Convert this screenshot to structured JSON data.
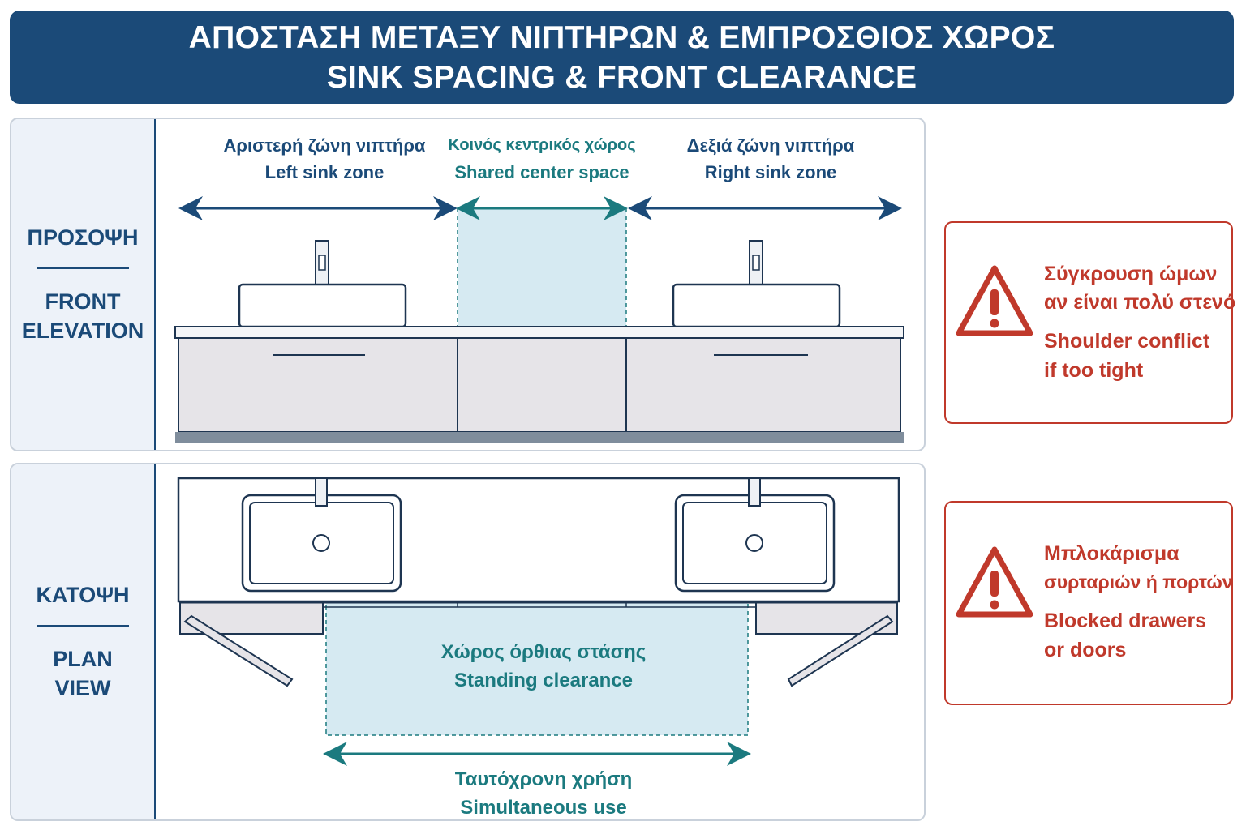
{
  "header": {
    "title_gr": "ΑΠΟΣΤΑΣΗ ΜΕΤΑΞΥ ΝΙΠΤΗΡΩΝ & ΕΜΠΡΟΣΘΙΟΣ ΧΩΡΟΣ",
    "title_en": "SINK SPACING & FRONT CLEARANCE"
  },
  "front_elevation": {
    "side_gr": "ΠΡΟΣΟΨΗ",
    "side_en_1": "FRONT",
    "side_en_2": "ELEVATION",
    "left_zone_gr": "Αριστερή ζώνη νιπτήρα",
    "left_zone_en": "Left sink zone",
    "center_zone_gr": "Κοινός κεντρικός χώρος",
    "center_zone_en": "Shared center space",
    "right_zone_gr": "Δεξιά ζώνη νιπτήρα",
    "right_zone_en": "Right sink zone"
  },
  "plan_view": {
    "side_gr": "ΚΑΤΟΨΗ",
    "side_en_1": "PLAN",
    "side_en_2": "VIEW",
    "standing_gr": "Χώρος όρθιας στάσης",
    "standing_en": "Standing clearance",
    "simultaneous_gr": "Ταυτόχρονη χρήση",
    "simultaneous_en": "Simultaneous use"
  },
  "warnings": [
    {
      "icon": "warning-triangle-icon",
      "gr_1": "Σύγκρουση ώμων",
      "gr_2": "αν είναι πολύ στενό",
      "en_1": "Shoulder conflict",
      "en_2": "if too tight"
    },
    {
      "icon": "warning-triangle-icon",
      "gr_1": "Μπλοκάρισμα",
      "gr_2": "συρταριών ή πορτών",
      "en_1": "Blocked drawers",
      "en_2": "or doors"
    }
  ],
  "colors": {
    "navy": "#1b4a78",
    "teal": "#1b7a7f",
    "warning_red": "#c0392b",
    "clearance_fill": "#d6eaf2",
    "cabinet_fill": "#e6e4e8",
    "side_panel_fill": "#edf2f9"
  }
}
